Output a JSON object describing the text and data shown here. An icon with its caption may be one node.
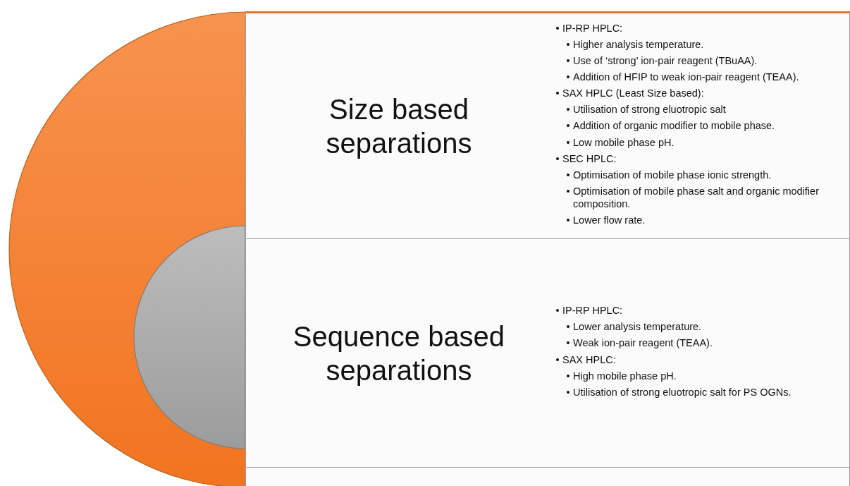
{
  "diagram": {
    "nodes": [
      {
        "text": [],
        "shape": "semicircle"
      },
      {
        "text": [],
        "shape": "semicircle",
        "in": 0
      },
      {
        "text": [
          "Size based separations",
          "IP-RP HPLC:",
          "Higher analysis temperature.",
          "Use of ‘strong’ ion-pair reagent (TBuAA).",
          "Addition of HFIP to weak ion-pair reagent (TEAA).",
          "SAX HPLC (Least Size based):",
          "Utilisation of strong eluotropic salt",
          "Addition of organic modifier to mobile phase.",
          "Low mobile phase pH.",
          "SEC HPLC:",
          "Optimisation of mobile phase ionic strength.",
          "Optimisation of mobile phase salt and organic modifier composition.",
          "Lower flow rate."
        ]
      },
      {
        "text": [
          "Sequence based separations",
          "IP-RP HPLC:",
          "Lower analysis temperature.",
          "Weak ion-pair reagent (TEAA).",
          "SAX HPLC:",
          "High mobile phase pH.",
          "Utilisation of strong eluotropic salt for PS OGNs."
        ]
      },
      {
        "text": [],
        "shape": "box"
      }
    ]
  }
}
